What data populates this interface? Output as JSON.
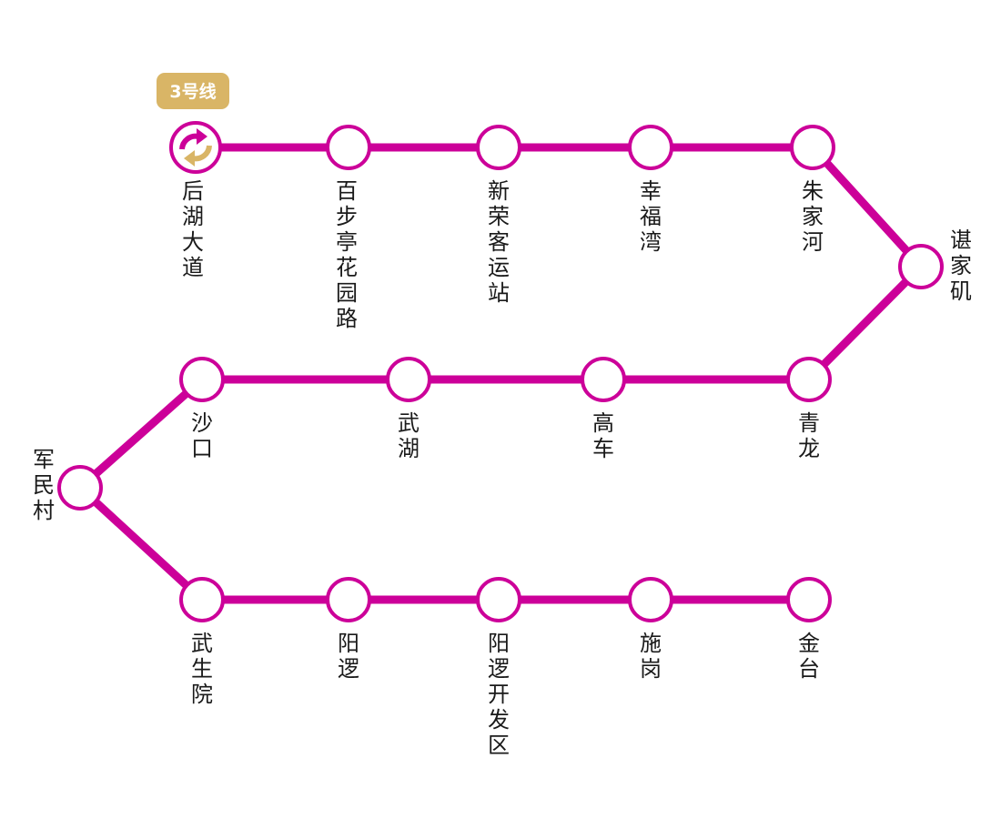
{
  "line": {
    "name": "3号线",
    "color": "#cc0099",
    "badge_color": "#d9b566",
    "transfer_icon_colors": [
      "#cc0099",
      "#d9b566"
    ]
  },
  "stations": [
    {
      "id": "houhu-dadao",
      "name": "后湖大道",
      "terminal": true
    },
    {
      "id": "baibuting-huayuan-lu",
      "name": "百步亭花园路"
    },
    {
      "id": "xinrong-keyunzhan",
      "name": "新荣客运站"
    },
    {
      "id": "xingfuwan",
      "name": "幸福湾"
    },
    {
      "id": "zhujiahe",
      "name": "朱家河"
    },
    {
      "id": "chenjiaji",
      "name": "谌家矶"
    },
    {
      "id": "qinglong",
      "name": "青龙"
    },
    {
      "id": "gaoche",
      "name": "高车"
    },
    {
      "id": "wuhu",
      "name": "武湖"
    },
    {
      "id": "shakou",
      "name": "沙口"
    },
    {
      "id": "junmincun",
      "name": "军民村"
    },
    {
      "id": "wushengyuan",
      "name": "武生院"
    },
    {
      "id": "yangluo",
      "name": "阳逻"
    },
    {
      "id": "yangluo-kaifaqu",
      "name": "阳逻开发区"
    },
    {
      "id": "shigang",
      "name": "施岗"
    },
    {
      "id": "jintai",
      "name": "金台"
    }
  ]
}
